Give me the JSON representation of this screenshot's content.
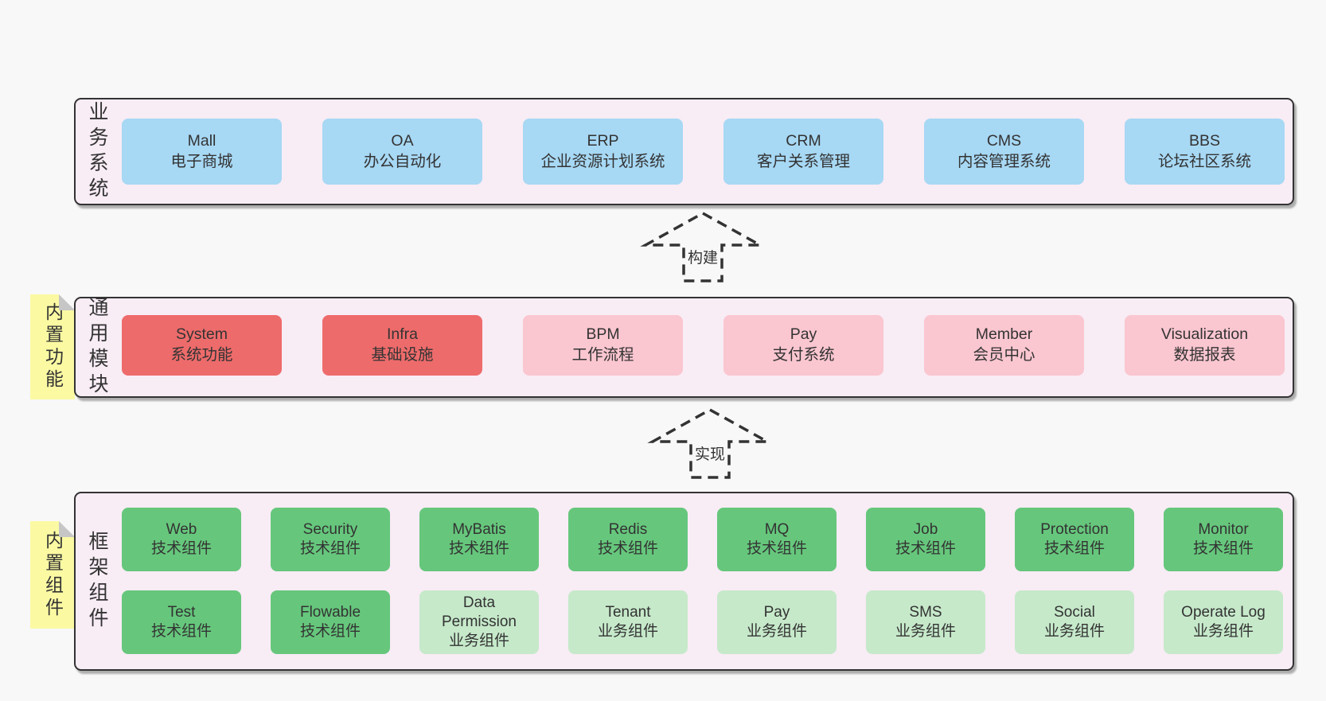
{
  "colors": {
    "page_bg": "#f8f8f8",
    "panel_bg": "#f8ecf5",
    "panel_border": "#333333",
    "blue_box": "#a7d8f4",
    "red_box": "#ee6b6b",
    "pink_box": "#fac6d0",
    "green_box": "#66c77c",
    "light_green_box": "#c6e9ca",
    "note_yellow": "#fbfaa3",
    "text": "#333333"
  },
  "layers": {
    "business": {
      "side_label": "业务系统",
      "boxes": [
        {
          "en": "Mall",
          "zh": "电子商城"
        },
        {
          "en": "OA",
          "zh": "办公自动化"
        },
        {
          "en": "ERP",
          "zh": "企业资源计划系统"
        },
        {
          "en": "CRM",
          "zh": "客户关系管理"
        },
        {
          "en": "CMS",
          "zh": "内容管理系统"
        },
        {
          "en": "BBS",
          "zh": "论坛社区系统"
        }
      ]
    },
    "modules": {
      "side_label": "通用模块",
      "note": "内置功能",
      "boxes": [
        {
          "en": "System",
          "zh": "系统功能"
        },
        {
          "en": "Infra",
          "zh": "基础设施"
        },
        {
          "en": "BPM",
          "zh": "工作流程"
        },
        {
          "en": "Pay",
          "zh": "支付系统"
        },
        {
          "en": "Member",
          "zh": "会员中心"
        },
        {
          "en": "Visualization",
          "zh": "数据报表"
        }
      ]
    },
    "components": {
      "side_label": "框架组件",
      "note": "内置组件",
      "row1": [
        {
          "en": "Web",
          "zh": "技术组件"
        },
        {
          "en": "Security",
          "zh": "技术组件"
        },
        {
          "en": "MyBatis",
          "zh": "技术组件"
        },
        {
          "en": "Redis",
          "zh": "技术组件"
        },
        {
          "en": "MQ",
          "zh": "技术组件"
        },
        {
          "en": "Job",
          "zh": "技术组件"
        },
        {
          "en": "Protection",
          "zh": "技术组件"
        },
        {
          "en": "Monitor",
          "zh": "技术组件"
        }
      ],
      "row2": [
        {
          "en": "Test",
          "zh": "技术组件"
        },
        {
          "en": "Flowable",
          "zh": "技术组件"
        },
        {
          "en": "Data Permission",
          "zh": "业务组件"
        },
        {
          "en": "Tenant",
          "zh": "业务组件"
        },
        {
          "en": "Pay",
          "zh": "业务组件"
        },
        {
          "en": "SMS",
          "zh": "业务组件"
        },
        {
          "en": "Social",
          "zh": "业务组件"
        },
        {
          "en": "Operate Log",
          "zh": "业务组件"
        }
      ]
    }
  },
  "arrows": [
    {
      "label": "构建",
      "direction": "up"
    },
    {
      "label": "实现",
      "direction": "up"
    }
  ]
}
